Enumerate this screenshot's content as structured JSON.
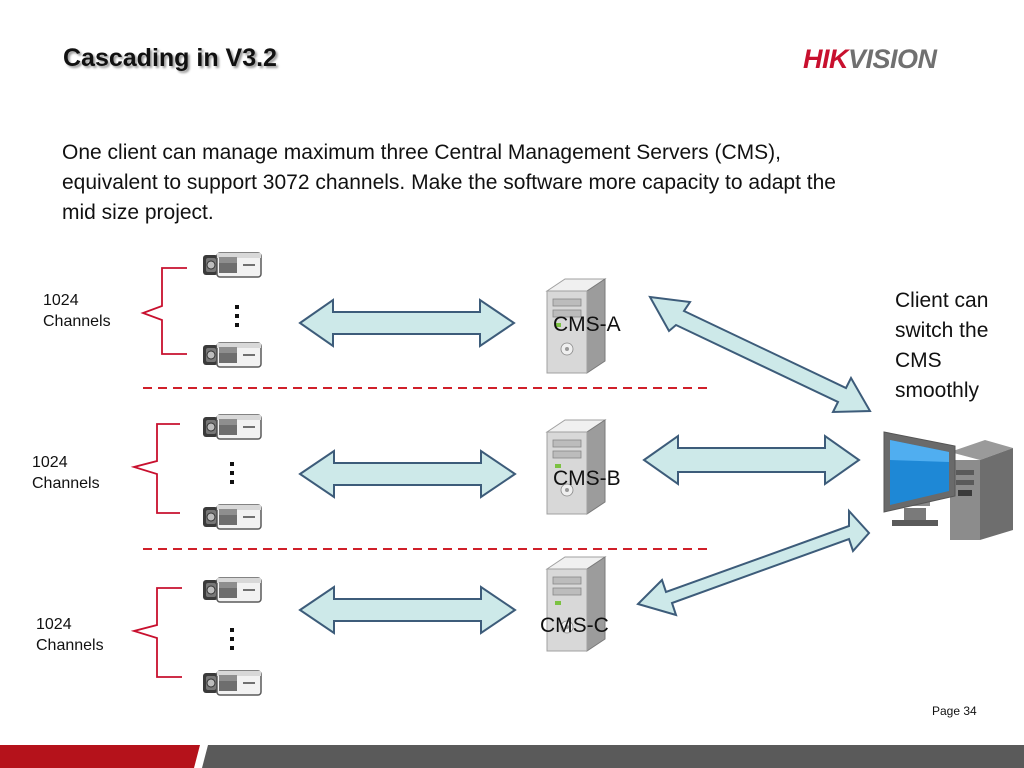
{
  "slide": {
    "title": "Cascading in V3.2",
    "logo": {
      "brand_left": "HIK",
      "brand_right": "VISION",
      "brand_color": "#c8102e",
      "secondary_color": "#707070"
    },
    "intro": "One client can manage maximum three Central Management Servers (CMS), equivalent to support 3072 channels. Make the software more capacity to adapt the mid size project.",
    "page": "Page 34"
  },
  "diagram": {
    "groups": [
      {
        "channels_count": "1024",
        "channels_word": "Channels",
        "server": "CMS-A",
        "icons": [
          "camera-icon",
          "camera-icon",
          "server-icon"
        ]
      },
      {
        "channels_count": "1024",
        "channels_word": "Channels",
        "server": "CMS-B",
        "icons": [
          "camera-icon",
          "camera-icon",
          "server-icon"
        ]
      },
      {
        "channels_count": "1024",
        "channels_word": "Channels",
        "server": "CMS-C",
        "icons": [
          "camera-icon",
          "camera-icon",
          "server-icon"
        ]
      }
    ],
    "client": {
      "note": "Client can switch the CMS smoothly",
      "icon": "client-computer-icon"
    },
    "colors": {
      "arrow_fill": "#cde9e9",
      "arrow_stroke": "#3d5c7a",
      "bracket": "#c8102e",
      "separator": "#d0202a",
      "footer_red": "#b5121b",
      "footer_gray": "#5a5a5a"
    }
  }
}
